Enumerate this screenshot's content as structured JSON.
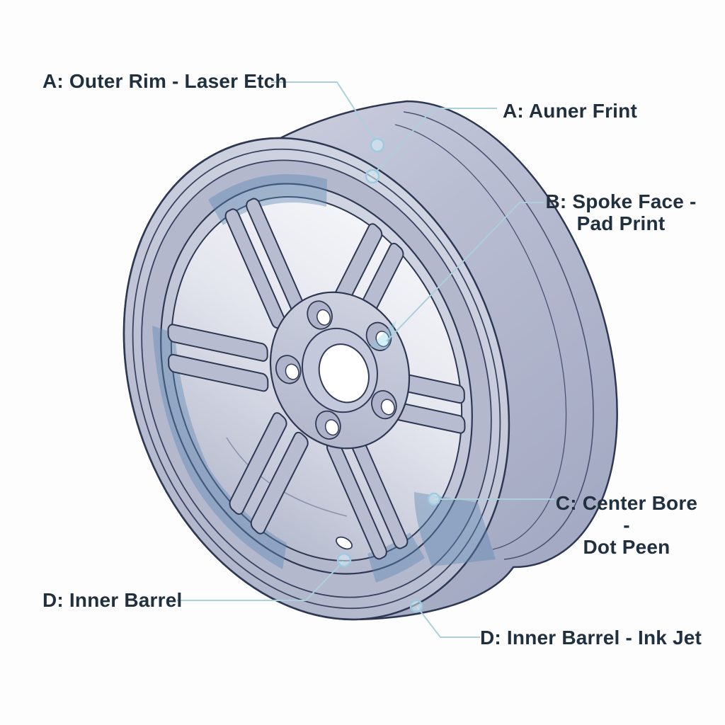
{
  "canvas": {
    "background": "#fdfdfe"
  },
  "diagram": {
    "subject": "alloy wheel marking zones",
    "colors": {
      "wheel_body": "#b9bed3",
      "wheel_outline": "#2e3852",
      "highlight_zone": "#5d87b2",
      "leader_line": "#abd0dc",
      "marker_dot_stroke": "#9ccbe0",
      "marker_dot_fill": "#d8ecf5",
      "label_text": "#21303f"
    }
  },
  "labels": {
    "a_left": {
      "line1": "A: Outer Rim - Laser Etch"
    },
    "a_right": {
      "line1": "A: Auner Frint"
    },
    "b": {
      "line1": "B: Spoke Face -",
      "line2": "Pad Print"
    },
    "c": {
      "line1": "C: Center Bore -",
      "line2": "Dot Peen"
    },
    "d_left": {
      "line1": "D: Inner Barrel"
    },
    "d_right": {
      "line1": "D: Inner Barrel - Ink Jet"
    }
  }
}
